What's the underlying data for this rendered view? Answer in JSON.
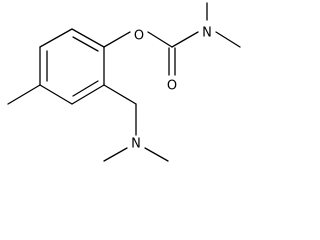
{
  "molecule": {
    "atoms": {
      "ester_oxygen": "O",
      "carbonyl_oxygen": "O",
      "carbamate_nitrogen": "N",
      "amine_nitrogen": "N"
    },
    "colors": {
      "bond": "#000000",
      "label": "#000000",
      "background": "#ffffff"
    }
  }
}
